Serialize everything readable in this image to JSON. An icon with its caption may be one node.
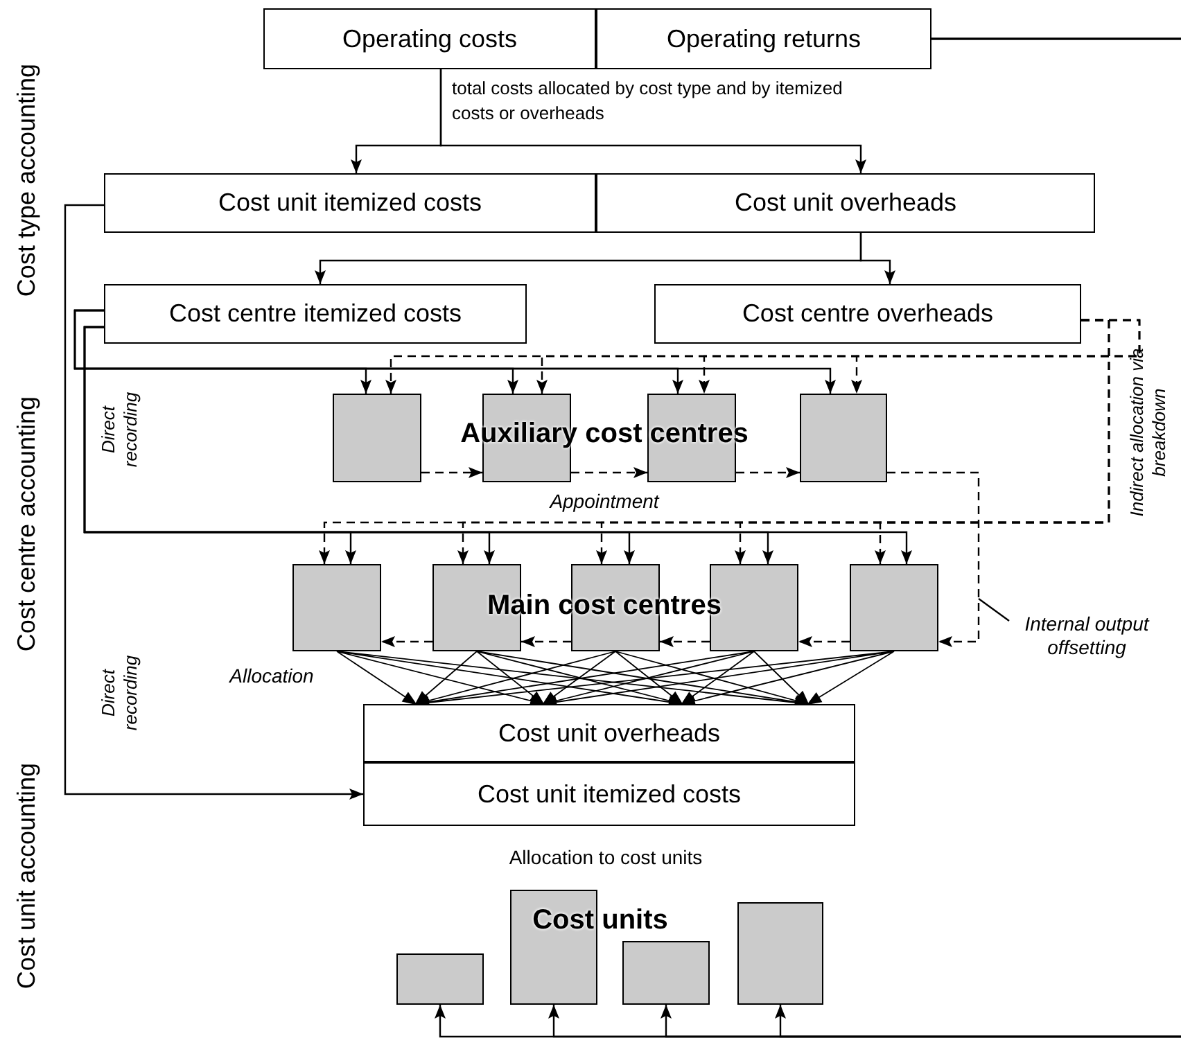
{
  "diagram": {
    "nodes": [
      {
        "text": [
          "Operating costs"
        ]
      },
      {
        "text": [
          "Operating returns"
        ]
      },
      {
        "text": [
          "Cost unit itemized costs"
        ]
      },
      {
        "text": [
          "Cost unit overheads"
        ]
      },
      {
        "text": [
          "Cost centre itemized costs"
        ]
      },
      {
        "text": [
          "Cost centre overheads"
        ]
      },
      {
        "text": [],
        "shape": "box"
      },
      {
        "text": [],
        "shape": "box"
      },
      {
        "text": [],
        "shape": "box"
      },
      {
        "text": [],
        "shape": "box"
      },
      {
        "text": [],
        "shape": "box"
      },
      {
        "text": [],
        "shape": "box"
      },
      {
        "text": [],
        "shape": "box"
      },
      {
        "text": [],
        "shape": "box"
      },
      {
        "text": [],
        "shape": "box"
      },
      {
        "text": [
          "Internal output offsetting"
        ]
      },
      {
        "text": [
          "Cost unit overheads"
        ]
      },
      {
        "text": [
          "Cost unit itemized costs"
        ]
      },
      {
        "text": [],
        "shape": "box"
      },
      {
        "text": [],
        "shape": "box"
      },
      {
        "text": [],
        "shape": "box"
      },
      {
        "text": [],
        "shape": "box"
      }
    ],
    "edges": [
      {
        "from": 0,
        "to": 2,
        "arrow": "to",
        "label": "total costs allocated by cost type and by itemized costs or overheads"
      },
      {
        "from": 0,
        "to": 3,
        "arrow": "to"
      },
      {
        "from": 3,
        "to": 4,
        "arrow": "to"
      },
      {
        "from": 3,
        "to": 5,
        "arrow": "to"
      },
      {
        "from": 2,
        "to": 17,
        "arrow": "to"
      },
      {
        "from": 4,
        "to": 6,
        "arrow": "to"
      },
      {
        "from": 4,
        "to": 7,
        "arrow": "to"
      },
      {
        "from": 4,
        "to": 8,
        "arrow": "to"
      },
      {
        "from": 4,
        "to": 9,
        "arrow": "to"
      },
      {
        "from": 5,
        "to": 6,
        "arrow": "to",
        "style": "dashed"
      },
      {
        "from": 5,
        "to": 7,
        "arrow": "to",
        "style": "dashed"
      },
      {
        "from": 5,
        "to": 8,
        "arrow": "to",
        "style": "dashed"
      },
      {
        "from": 5,
        "to": 9,
        "arrow": "to",
        "style": "dashed"
      },
      {
        "from": 4,
        "to": 10,
        "arrow": "to"
      },
      {
        "from": 4,
        "to": 11,
        "arrow": "to"
      },
      {
        "from": 4,
        "to": 12,
        "arrow": "to"
      },
      {
        "from": 4,
        "to": 13,
        "arrow": "to"
      },
      {
        "from": 4,
        "to": 14,
        "arrow": "to"
      },
      {
        "from": 5,
        "to": 10,
        "arrow": "to",
        "style": "dashed"
      },
      {
        "from": 5,
        "to": 11,
        "arrow": "to",
        "style": "dashed"
      },
      {
        "from": 5,
        "to": 12,
        "arrow": "to",
        "style": "dashed"
      },
      {
        "from": 5,
        "to": 13,
        "arrow": "to",
        "style": "dashed"
      },
      {
        "from": 5,
        "to": 14,
        "arrow": "to",
        "style": "dashed"
      },
      {
        "from": 6,
        "to": 7,
        "arrow": "to",
        "style": "dashed"
      },
      {
        "from": 7,
        "to": 8,
        "arrow": "to",
        "style": "dashed"
      },
      {
        "from": 8,
        "to": 9,
        "arrow": "to",
        "style": "dashed"
      },
      {
        "from": 9,
        "to": 14,
        "arrow": "to",
        "style": "dashed"
      },
      {
        "from": 14,
        "to": 13,
        "arrow": "to",
        "style": "dashed"
      },
      {
        "from": 13,
        "to": 12,
        "arrow": "to",
        "style": "dashed"
      },
      {
        "from": 12,
        "to": 11,
        "arrow": "to",
        "style": "dashed"
      },
      {
        "from": 11,
        "to": 10,
        "arrow": "to",
        "style": "dashed"
      },
      {
        "from": 10,
        "to": 16,
        "arrow": "to"
      },
      {
        "from": 11,
        "to": 16,
        "arrow": "to"
      },
      {
        "from": 12,
        "to": 16,
        "arrow": "to"
      },
      {
        "from": 13,
        "to": 16,
        "arrow": "to"
      },
      {
        "from": 14,
        "to": 16,
        "arrow": "to"
      },
      {
        "from": 1,
        "to": 18,
        "arrow": "to"
      },
      {
        "from": 1,
        "to": 19,
        "arrow": "to"
      },
      {
        "from": 1,
        "to": 20,
        "arrow": "to"
      },
      {
        "from": 1,
        "to": 21,
        "arrow": "to"
      },
      {
        "from": 15,
        "to": null,
        "arrow": "none"
      }
    ],
    "labels": [
      "Cost type accounting",
      "Direct recording",
      "Auxiliary cost centres",
      "Indirect allocation via breakdown",
      "Appointment",
      "Cost centre accounting",
      "Main cost centres",
      "Allocation",
      "Direct recording",
      "Allocation to cost units",
      "Cost units",
      "Cost unit accounting"
    ]
  }
}
